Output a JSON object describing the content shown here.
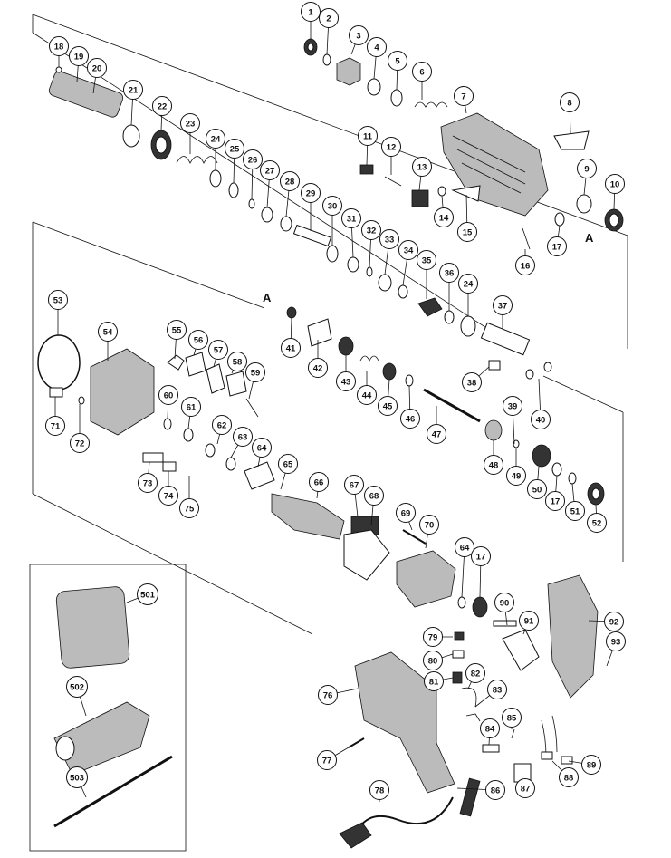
{
  "markers": [
    "A",
    "A"
  ],
  "parts": [
    "1",
    "2",
    "3",
    "4",
    "5",
    "6",
    "7",
    "8",
    "9",
    "10",
    "11",
    "12",
    "13",
    "14",
    "15",
    "16",
    "17",
    "18",
    "19",
    "20",
    "21",
    "22",
    "23",
    "24",
    "25",
    "26",
    "27",
    "28",
    "29",
    "30",
    "31",
    "32",
    "33",
    "34",
    "35",
    "36",
    "24",
    "37",
    "38",
    "39",
    "40",
    "41",
    "42",
    "43",
    "44",
    "45",
    "46",
    "47",
    "48",
    "49",
    "50",
    "17",
    "51",
    "52",
    "53",
    "54",
    "55",
    "56",
    "57",
    "58",
    "59",
    "60",
    "61",
    "62",
    "63",
    "64",
    "65",
    "66",
    "67",
    "68",
    "69",
    "70",
    "64",
    "17",
    "71",
    "72",
    "73",
    "74",
    "75",
    "76",
    "77",
    "78",
    "79",
    "80",
    "81",
    "82",
    "83",
    "84",
    "85",
    "86",
    "87",
    "88",
    "89",
    "90",
    "91",
    "92",
    "93",
    "501",
    "502",
    "503"
  ]
}
